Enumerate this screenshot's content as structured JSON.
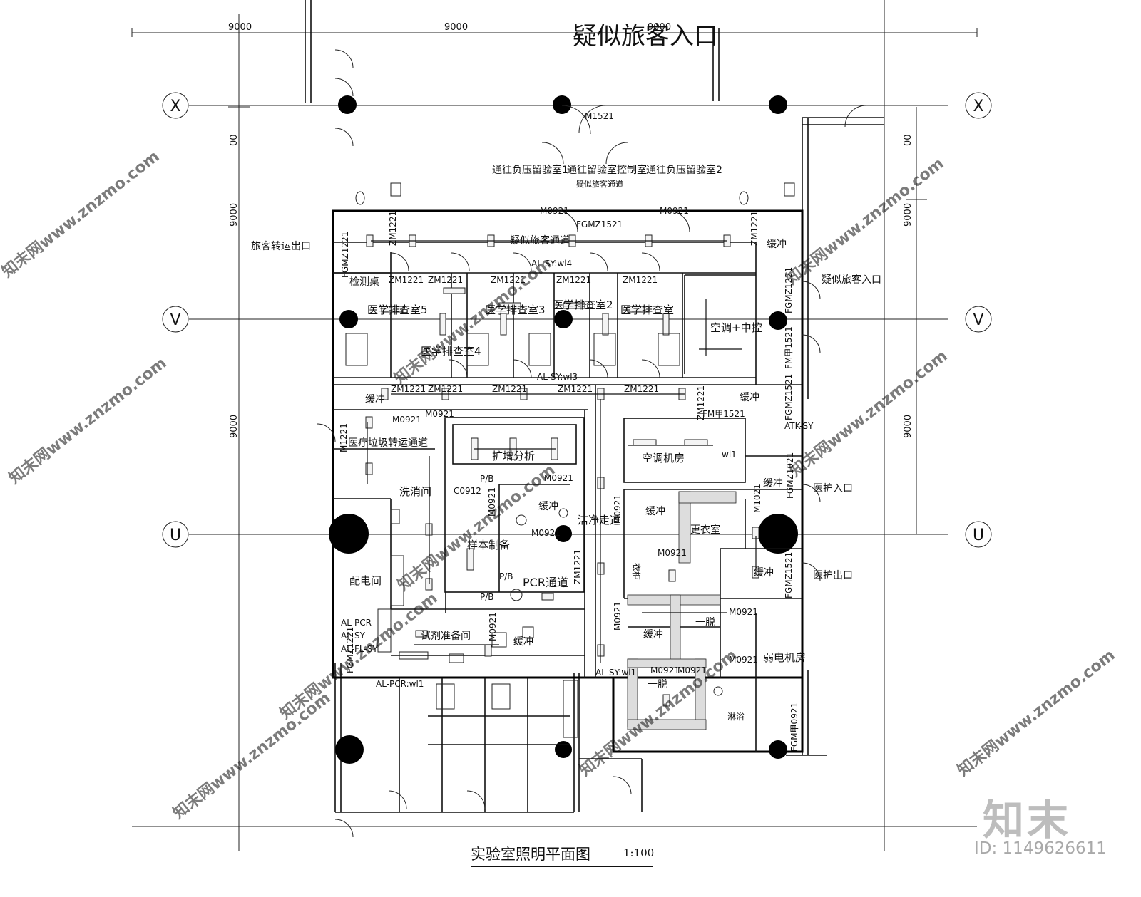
{
  "dimensions": {
    "top": [
      "9000",
      "9000",
      "9000"
    ],
    "left": [
      "00",
      "9000",
      "9000"
    ],
    "right": [
      "00",
      "9000",
      "9000"
    ]
  },
  "axes": {
    "x": "X",
    "v": "V",
    "u": "U"
  },
  "entrance_top": "疑似旅客入口",
  "rooms": {
    "corridor_neg1": "通往负压留验室1",
    "corridor_ctrl": "通往留验室控制室",
    "corridor_neg2": "通往负压留验室2",
    "passage_small": "疑似旅客通道",
    "passage": "疑似旅客通道",
    "transfer_exit": "旅客转运出口",
    "suspect_entry": "疑似旅客入口",
    "test_table": "检测桌",
    "med5": "医学排查室5",
    "med4": "医学排查室4",
    "med3": "医学排查室3",
    "med2": "医学排查室2",
    "med1": "医学排查室",
    "hvac_ctrl": "空调+中控",
    "buffer": "缓冲",
    "waste_passage": "医疗垃圾转运通道",
    "wash": "洗消间",
    "amplify": "扩增分析",
    "sample": "样本制备",
    "pcr_corridor": "PCR通道",
    "clean_corridor": "洁净走道",
    "hvac_room": "空调机房",
    "changing": "更衣室",
    "med_entry": "医护入口",
    "med_exit": "医护出口",
    "power": "配电间",
    "reagent": "试剂准备间",
    "weak_power": "弱电机房",
    "undress1": "一脱",
    "undress2": "一脱",
    "shower": "淋浴",
    "wardrobe": "衣柜",
    "pcr_label": "PCR"
  },
  "doors": {
    "m1521": "M1521",
    "fgm_top": "FGMZ1521",
    "m0921": "M0921",
    "zm1221": "ZM1221",
    "fgm1221": "FGMZ1221",
    "fgm1521": "FGMZ1521",
    "fm1521": "FM甲1521",
    "m1221": "M1221",
    "m1021": "M1021",
    "c0912": "C0912",
    "fgm0921": "FGM甲0921",
    "fgm1021": "FGMZ1021",
    "pb": "P/B"
  },
  "circuits": {
    "wl4": "AL-SY:wl4",
    "wl3": "AL-SY:wl3",
    "wl1": "AL-SY:wl1",
    "pcr": "AL-PCR",
    "sy": "AL-SY",
    "fl": "AL-FL-SY",
    "pcr_wl1": "AL-PCR:wl1",
    "pcr_n": "AL-PCR:wl1",
    "atk": "ATK-SY",
    "wl1b": "wl1"
  },
  "title": {
    "main": "实验室照明平面图",
    "scale": "1:100"
  },
  "watermark": {
    "site": "知末网www.znzmo.com",
    "brand": "知末",
    "id": "ID: 1149626611"
  }
}
